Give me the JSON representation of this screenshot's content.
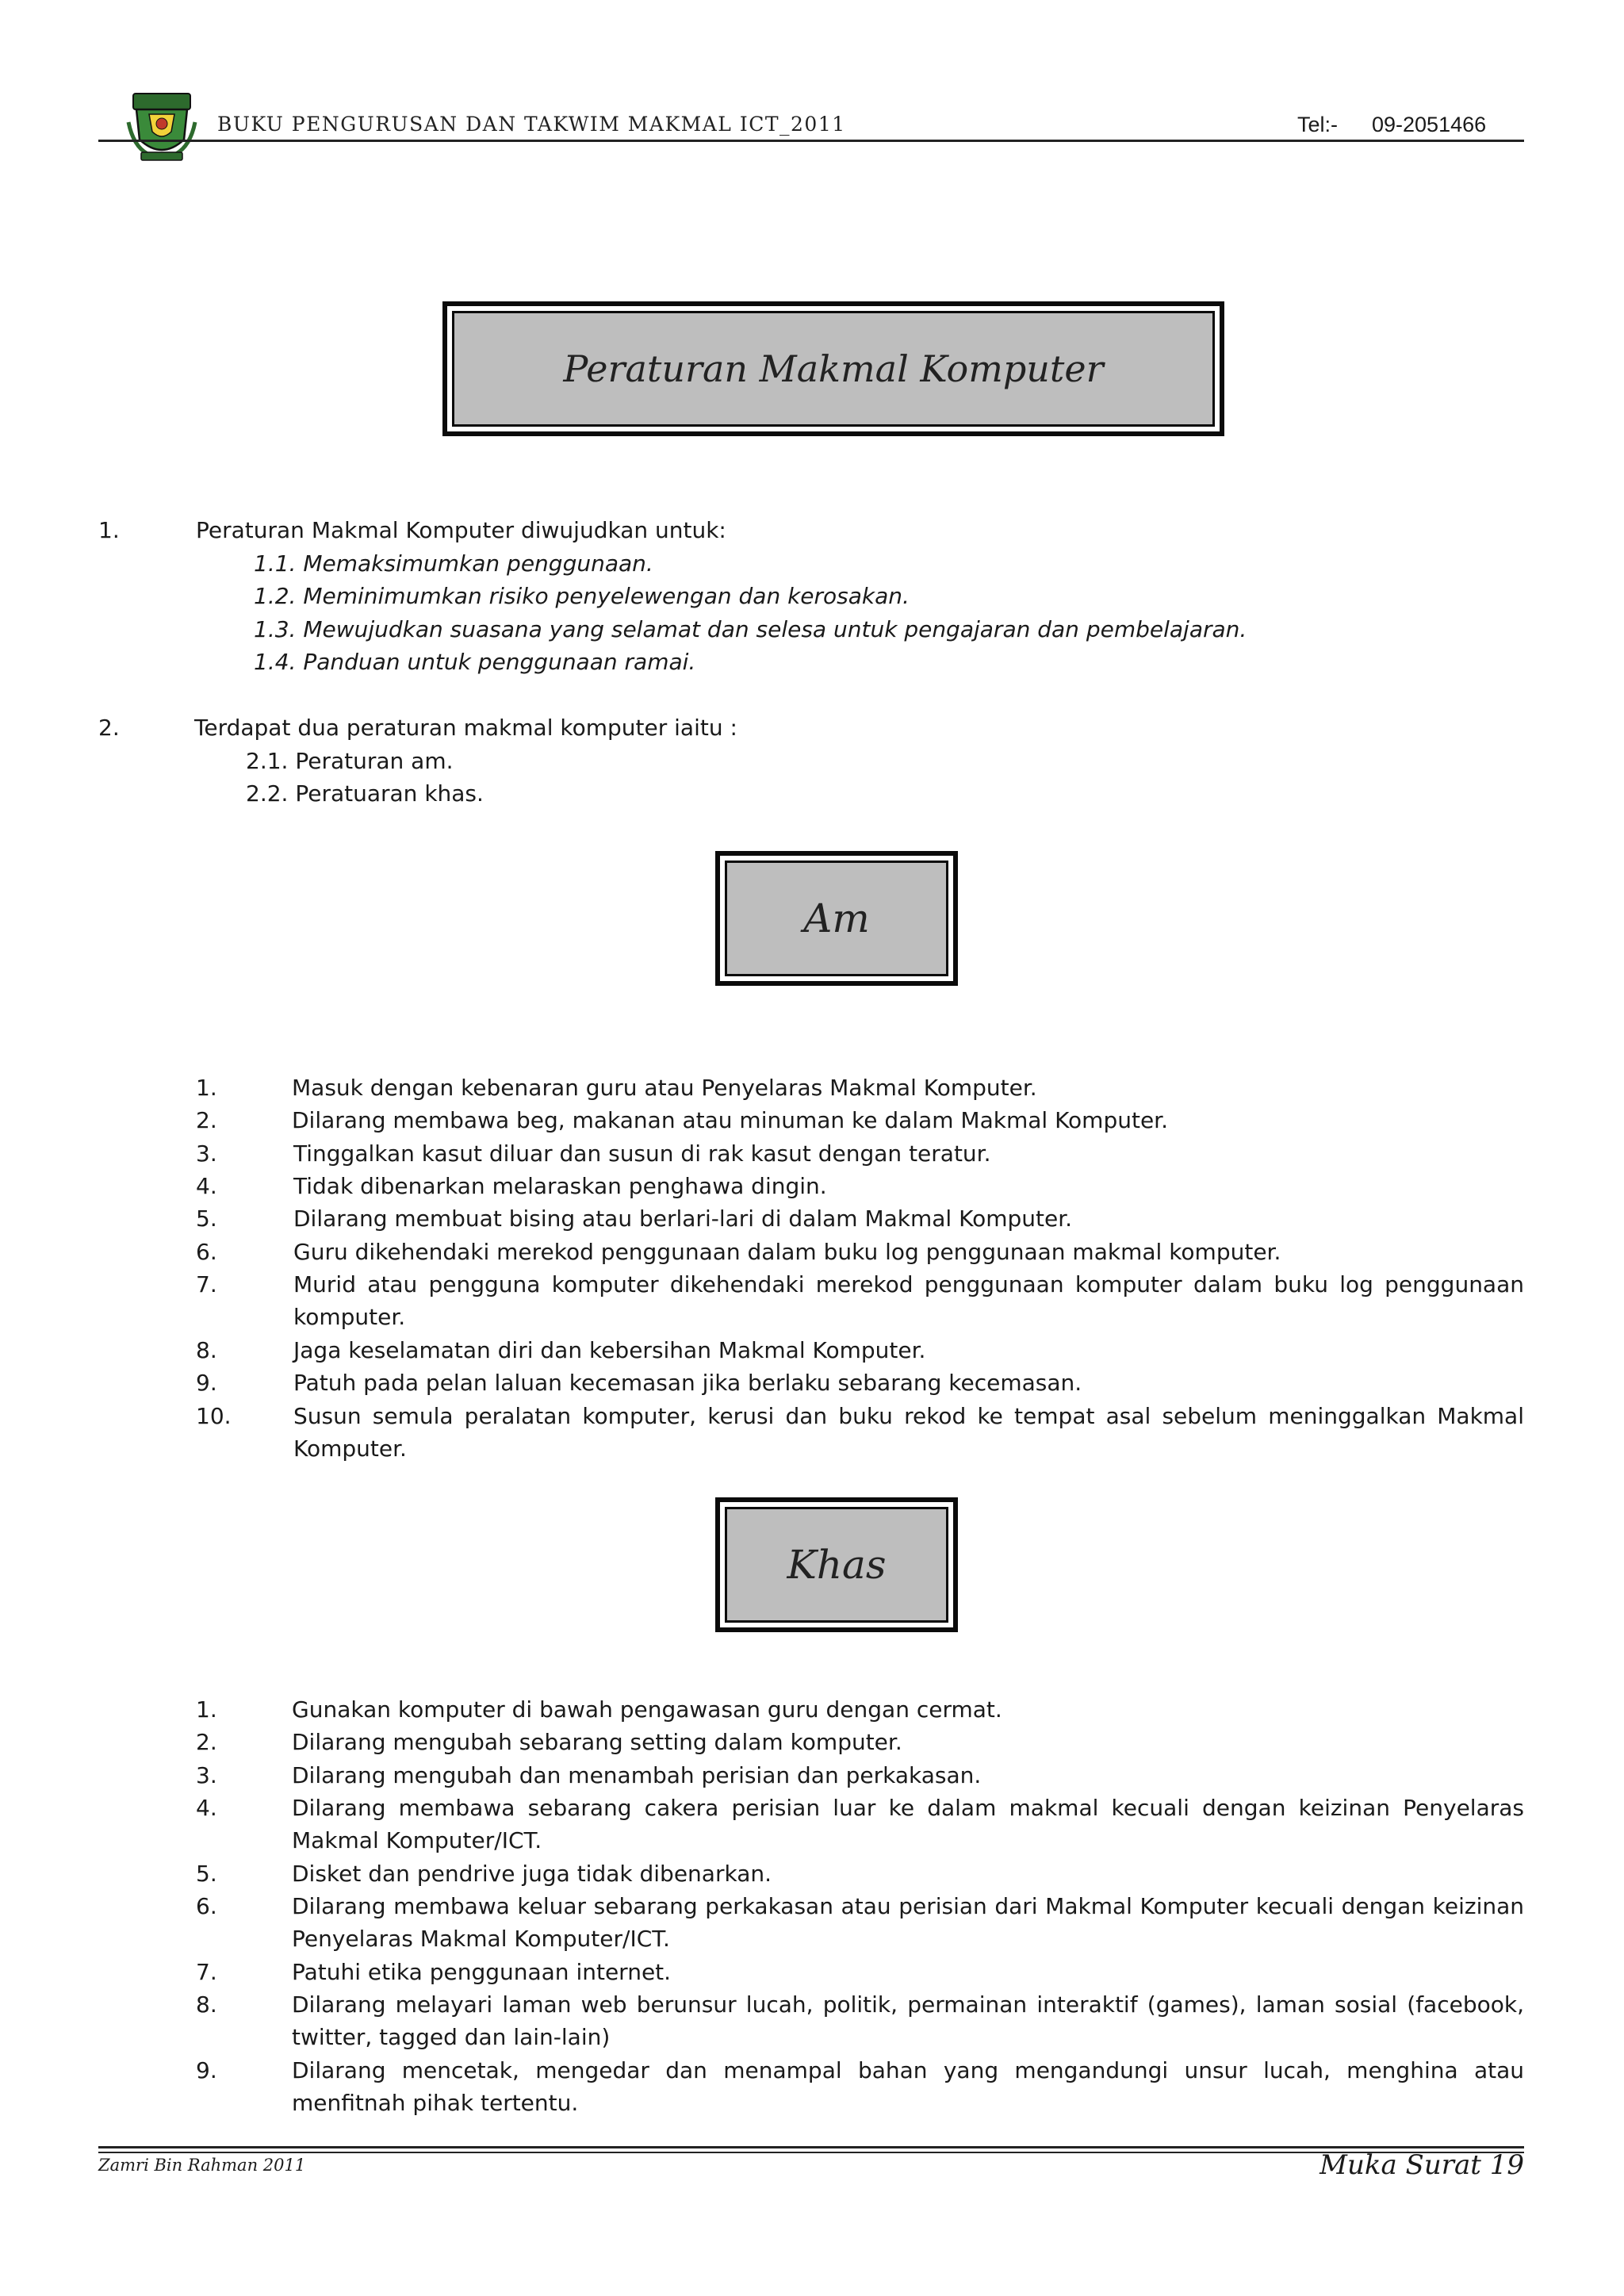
{
  "header": {
    "title": "BUKU PENGURUSAN DAN TAKWIM  MAKMAL ICT_2011",
    "tel_label": "Tel:-",
    "tel_number": "09-2051466"
  },
  "main_title": "Peraturan Makmal Komputer",
  "intro": {
    "p1_num": "1.",
    "p1_text": "Peraturan Makmal Komputer diwujudkan untuk:",
    "p1_sub": [
      "1.1. Memaksimumkan penggunaan.",
      "1.2. Meminimumkan risiko penyelewengan dan kerosakan.",
      "1.3. Mewujudkan suasana yang selamat dan selesa untuk pengajaran dan pembelajaran.",
      "1.4. Panduan untuk penggunaan ramai."
    ],
    "p2_num": "2.",
    "p2_text": "Terdapat dua peraturan makmal komputer iaitu :",
    "p2_sub": [
      "2.1. Peraturan am.",
      "2.2. Peratuaran khas."
    ]
  },
  "am": {
    "heading": "Am",
    "items": [
      {
        "num": "1.",
        "text": "Masuk dengan kebenaran guru atau Penyelaras Makmal Komputer."
      },
      {
        "num": "2.",
        "text": "Dilarang membawa beg, makanan atau minuman ke dalam Makmal Komputer."
      },
      {
        "num": "3.",
        "text": "Tinggalkan kasut diluar dan susun di rak kasut dengan teratur."
      },
      {
        "num": "4.",
        "text": "Tidak dibenarkan melaraskan penghawa dingin."
      },
      {
        "num": "5.",
        "text": "Dilarang membuat bising atau berlari-lari di dalam Makmal Komputer."
      },
      {
        "num": "6.",
        "text": "Guru dikehendaki merekod penggunaan dalam buku log penggunaan makmal komputer."
      },
      {
        "num": "7.",
        "text": "Murid atau pengguna komputer dikehendaki merekod penggunaan komputer dalam buku log penggunaan komputer."
      },
      {
        "num": "8.",
        "text": "Jaga keselamatan diri dan kebersihan Makmal Komputer."
      },
      {
        "num": "9.",
        "text": "Patuh pada pelan laluan kecemasan jika berlaku sebarang kecemasan."
      },
      {
        "num": "10.",
        "text": "Susun semula peralatan komputer, kerusi dan buku rekod ke tempat asal sebelum meninggalkan Makmal Komputer."
      }
    ]
  },
  "khas": {
    "heading": "Khas",
    "items": [
      {
        "num": "1.",
        "text": "Gunakan komputer di bawah pengawasan guru dengan cermat."
      },
      {
        "num": "2.",
        "text": "Dilarang mengubah sebarang setting dalam komputer."
      },
      {
        "num": "3.",
        "text": "Dilarang mengubah dan menambah perisian dan perkakasan."
      },
      {
        "num": "4.",
        "text": "Dilarang membawa sebarang cakera perisian luar ke dalam makmal kecuali dengan keizinan Penyelaras Makmal Komputer/ICT."
      },
      {
        "num": "5.",
        "text": "Disket dan pendrive juga tidak dibenarkan."
      },
      {
        "num": "6.",
        "text": "Dilarang membawa keluar sebarang perkakasan atau perisian dari Makmal Komputer kecuali dengan keizinan Penyelaras Makmal Komputer/ICT."
      },
      {
        "num": "7.",
        "text": "Patuhi etika penggunaan internet."
      },
      {
        "num": "8.",
        "text": "Dilarang melayari laman web berunsur lucah, politik, permainan interaktif (games), laman sosial (facebook, twitter, tagged dan lain-lain)"
      },
      {
        "num": "9.",
        "text": "Dilarang mencetak, mengedar dan menampal bahan yang mengandungi unsur lucah, menghina atau menfitnah pihak tertentu."
      }
    ]
  },
  "footer": {
    "author": "Zamri Bin Rahman 2011",
    "page": "Muka Surat 19"
  }
}
